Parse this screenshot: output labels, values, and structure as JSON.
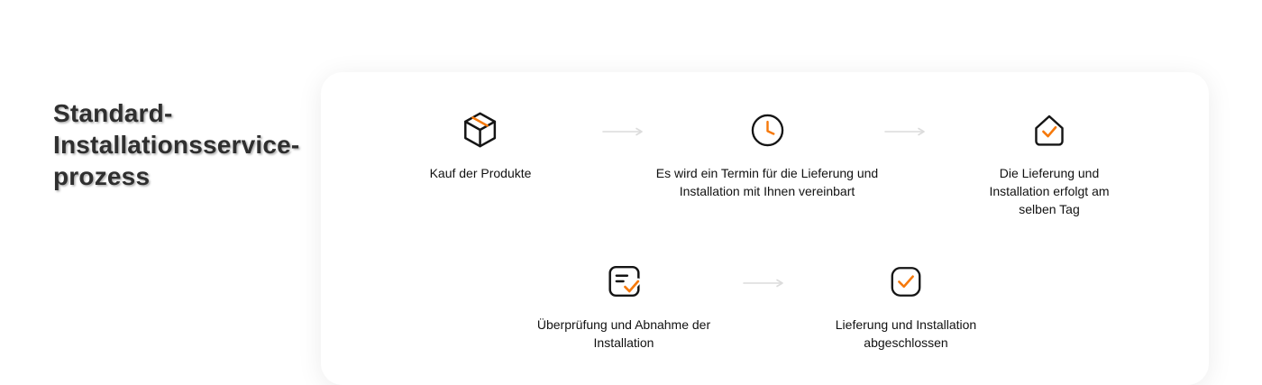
{
  "heading": {
    "lines": [
      "Standard-",
      "Installationsservice-",
      "prozess"
    ]
  },
  "process": {
    "steps": [
      {
        "icon": "package-icon",
        "label": "Kauf der Produkte"
      },
      {
        "icon": "clock-icon",
        "label": "Es wird ein Termin für die Lieferung und Installation mit Ihnen vereinbart"
      },
      {
        "icon": "house-check-icon",
        "label": "Die Lieferung und Installation erfolgt am selben Tag"
      },
      {
        "icon": "document-check-icon",
        "label": "Überprüfung und Abnahme der Installation"
      },
      {
        "icon": "check-square-icon",
        "label": "Lieferung und Installation abgeschlossen"
      }
    ]
  },
  "colors": {
    "accent_orange": "#f6790b",
    "icon_stroke": "#151515",
    "arrow_gray": "#dcdcdc",
    "heading_text": "#2f2f2f",
    "card_background": "#ffffff"
  }
}
